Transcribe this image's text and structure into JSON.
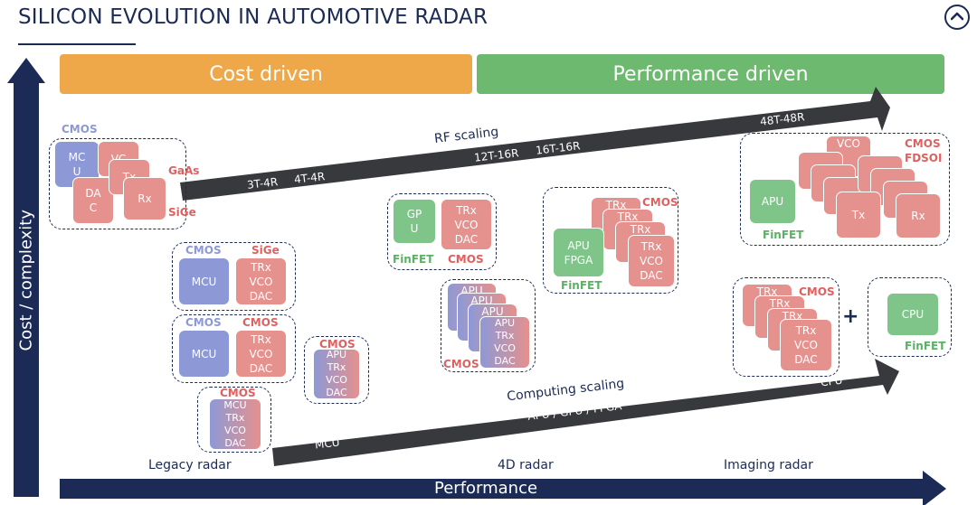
{
  "title": "SILICON EVOLUTION IN AUTOMOTIVE RADAR",
  "bands": {
    "cost": "Cost driven",
    "performance": "Performance driven"
  },
  "axes": {
    "y": "Cost / complexity",
    "x": "Performance"
  },
  "stages": {
    "legacy": "Legacy radar",
    "radar4d": "4D radar",
    "imaging": "Imaging radar"
  },
  "rf": {
    "label": "RF scaling",
    "steps": [
      "3T-4R",
      "4T-4R",
      "12T-16R",
      "16T-16R",
      "48T-48R"
    ]
  },
  "computing": {
    "label": "Computing scaling",
    "sub": "APU / GPU / FPGA",
    "start": "MCU",
    "end": "CPU"
  },
  "tech": {
    "cmos": "CMOS",
    "gaas": "GaAs",
    "sige": "SiGe",
    "finfet": "FinFET",
    "fdsoi": "FDSOI"
  },
  "blocks": {
    "mcu_split": "MC\nU",
    "vco_split": "VC",
    "tx": "Tx",
    "rx": "Rx",
    "dac_split": "DA\nC",
    "mcu": "MCU",
    "trx_vco_dac": "TRx\nVCO\nDAC",
    "apu_trx_vco_dac": "APU\nTRx\nVCO\nDAC",
    "mcu_trx_vco_dac": "MCU\nTRx\nVCO\nDAC",
    "gpu_split": "GP\nU",
    "apu": "APU",
    "apu_fpga": "APU\nFPGA",
    "trx": "TRx",
    "vco": "VCO",
    "cpu": "CPU",
    "plus": "+"
  },
  "colors": {
    "navy": "#1c2b55",
    "orange": "#eea849",
    "green": "#6db970",
    "red_block": "#e5918d",
    "blue_block": "#8d99d6"
  }
}
